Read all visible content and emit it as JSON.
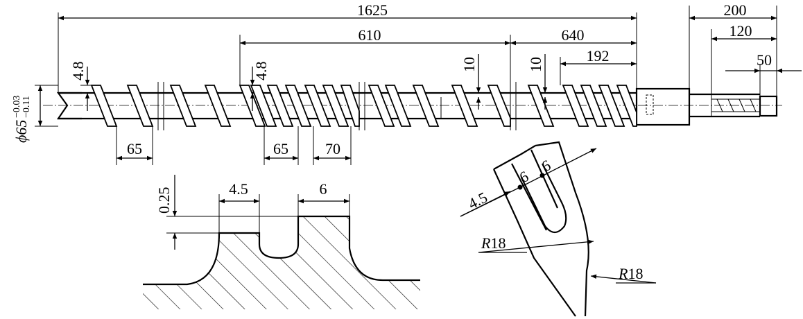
{
  "screw_elevation": {
    "overall_length": "1625",
    "compression_length": "610",
    "metering_length": "640",
    "mixing_length": "192",
    "shank_length": "200",
    "spline_length": "120",
    "end_length": "50",
    "root_depth_left": "4.8",
    "root_depth_mid": "4.8",
    "flight_gap_a": "10",
    "flight_gap_b": "10",
    "pitch_feed": "65",
    "pitch_compression": "65",
    "pitch_wide": "70",
    "diameter_symbol": "ϕ65",
    "tol_upper": "−0.03",
    "tol_lower": "−0.11"
  },
  "groove_section": {
    "depth": "0.25",
    "groove_width": "4.5",
    "land_width": "6"
  },
  "flight_detail": {
    "groove_width": "4.5",
    "land_a": "6",
    "land_b": "6",
    "radius_a_prefix": "R",
    "radius_a_value": "18",
    "radius_b_prefix": "R",
    "radius_b_value": "18"
  }
}
